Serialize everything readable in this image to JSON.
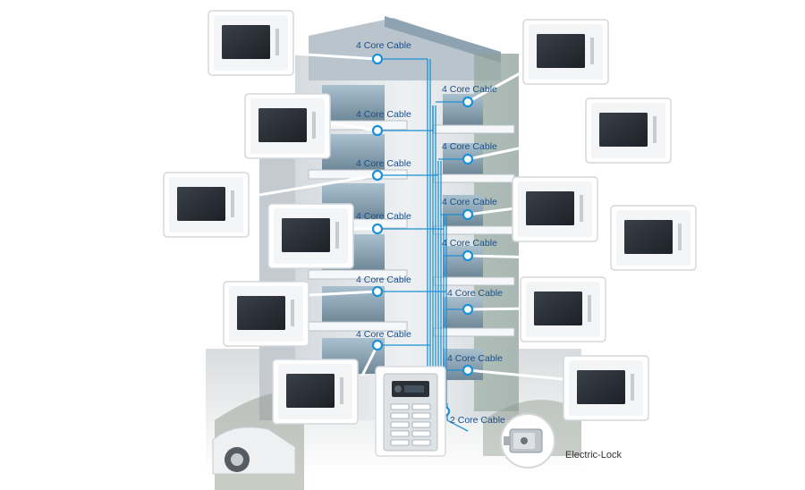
{
  "cable_label_4core": "4 Core Cable",
  "cable_label_2core": "2 Core Cable",
  "lock_label": "Electric-Lock",
  "colors": {
    "cable": "#1e90d6",
    "label": "#1b4f8a",
    "monitor_frame": "#f4f5f6",
    "screen": "#2b2f36",
    "building_wall": "#e6e9ec",
    "glass": "#9fb6c6",
    "panel": "#d9dcdf"
  }
}
